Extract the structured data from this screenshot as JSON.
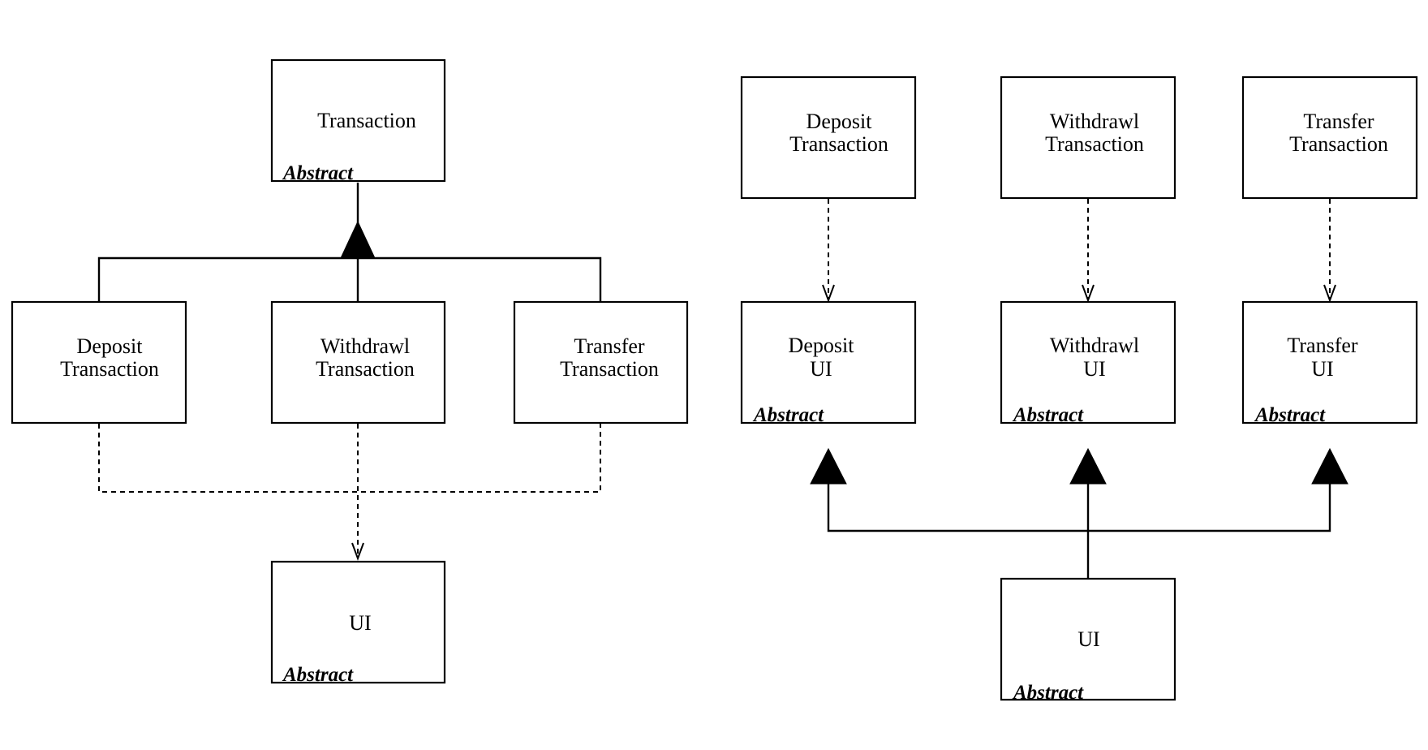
{
  "left_diagram": {
    "transaction": {
      "lines": [
        "Transaction"
      ],
      "stereotype": "Abstract"
    },
    "deposit_transaction": {
      "lines": [
        "Deposit",
        "Transaction"
      ]
    },
    "withdrawl_transaction": {
      "lines": [
        "Withdrawl",
        "Transaction"
      ]
    },
    "transfer_transaction": {
      "lines": [
        "Transfer",
        "Transaction"
      ]
    },
    "ui": {
      "lines": [
        "UI"
      ],
      "stereotype": "Abstract"
    }
  },
  "right_diagram": {
    "deposit_transaction": {
      "lines": [
        "Deposit",
        "Transaction"
      ]
    },
    "withdrawl_transaction": {
      "lines": [
        "Withdrawl",
        "Transaction"
      ]
    },
    "transfer_transaction": {
      "lines": [
        "Transfer",
        "Transaction"
      ]
    },
    "deposit_ui": {
      "lines": [
        "Deposit",
        "UI"
      ],
      "stereotype": "Abstract"
    },
    "withdrawl_ui": {
      "lines": [
        "Withdrawl",
        "UI"
      ],
      "stereotype": "Abstract"
    },
    "transfer_ui": {
      "lines": [
        "Transfer",
        "UI"
      ],
      "stereotype": "Abstract"
    },
    "ui": {
      "lines": [
        "UI"
      ],
      "stereotype": "Abstract"
    }
  }
}
